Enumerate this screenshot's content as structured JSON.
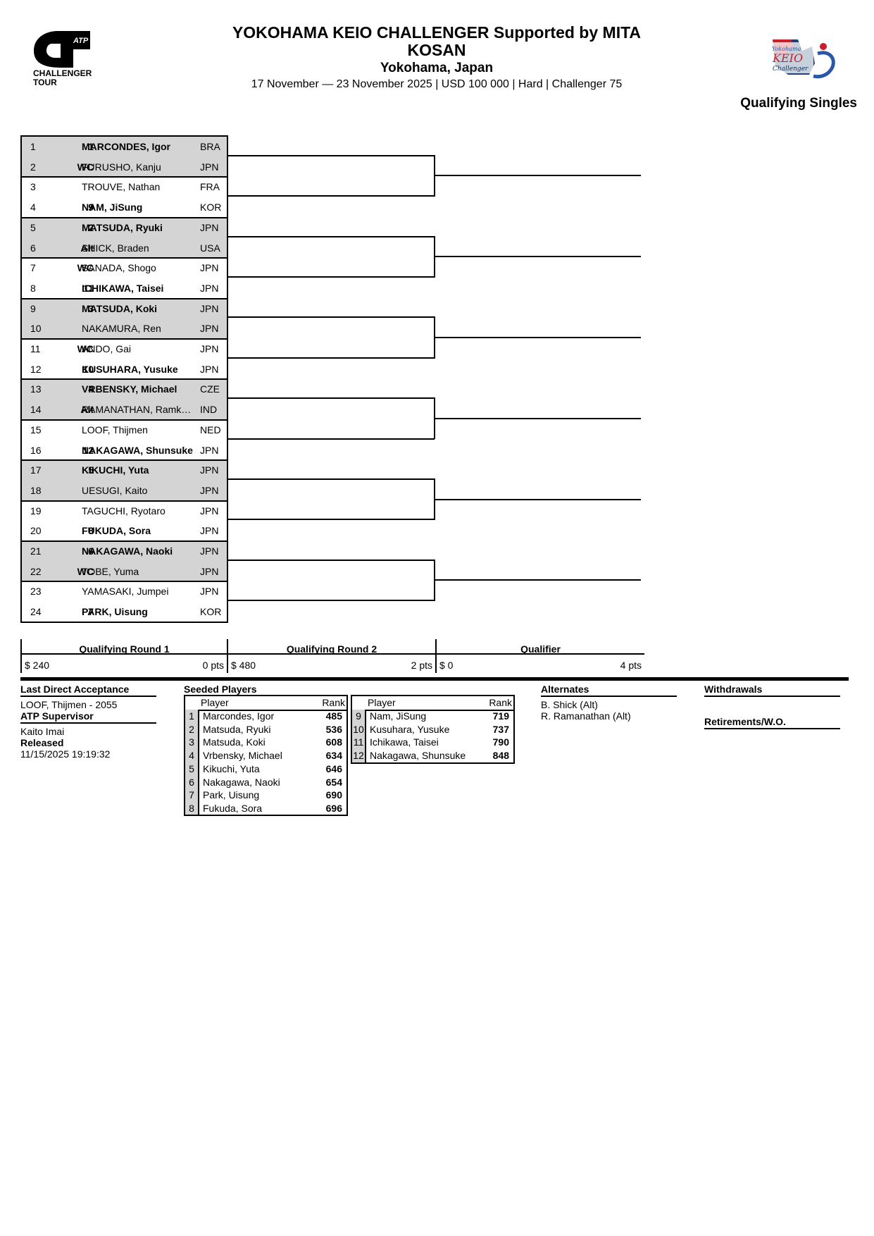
{
  "header": {
    "title": "YOKOHAMA KEIO CHALLENGER Supported by MITA KOSAN",
    "location": "Yokohama, Japan",
    "details": "17 November — 23 November 2025 | USD 100 000 | Hard | Challenger 75",
    "event_type": "Qualifying Singles",
    "left_logo": {
      "brand": "ATP",
      "text_line1": "CHALLENGER",
      "text_line2": "TOUR"
    },
    "right_logo": {
      "text1": "Yokohama",
      "text2": "KEIO",
      "text3": "Challenger"
    }
  },
  "draw": [
    {
      "line": "1",
      "seed": "1",
      "name": "MARCONDES, Igor",
      "nat": "BRA",
      "bold": true
    },
    {
      "line": "2",
      "seed": "WC",
      "name": "FURUSHO, Kanju",
      "nat": "JPN",
      "bold": false
    },
    {
      "line": "3",
      "seed": "",
      "name": "TROUVE, Nathan",
      "nat": "FRA",
      "bold": false
    },
    {
      "line": "4",
      "seed": "9",
      "name": "NAM, JiSung",
      "nat": "KOR",
      "bold": true
    },
    {
      "line": "5",
      "seed": "2",
      "name": "MATSUDA, Ryuki",
      "nat": "JPN",
      "bold": true
    },
    {
      "line": "6",
      "seed": "Alt",
      "name": "SHICK, Braden",
      "nat": "USA",
      "bold": false
    },
    {
      "line": "7",
      "seed": "WC",
      "name": "SANADA, Shogo",
      "nat": "JPN",
      "bold": false
    },
    {
      "line": "8",
      "seed": "11",
      "name": "ICHIKAWA, Taisei",
      "nat": "JPN",
      "bold": true
    },
    {
      "line": "9",
      "seed": "3",
      "name": "MATSUDA, Koki",
      "nat": "JPN",
      "bold": true
    },
    {
      "line": "10",
      "seed": "",
      "name": "NAKAMURA, Ren",
      "nat": "JPN",
      "bold": false
    },
    {
      "line": "11",
      "seed": "WC",
      "name": "ANDO, Gai",
      "nat": "JPN",
      "bold": false
    },
    {
      "line": "12",
      "seed": "10",
      "name": "KUSUHARA, Yusuke",
      "nat": "JPN",
      "bold": true
    },
    {
      "line": "13",
      "seed": "4",
      "name": "VRBENSKY, Michael",
      "nat": "CZE",
      "bold": true
    },
    {
      "line": "14",
      "seed": "Alt",
      "name": "RAMANATHAN, Ramk…",
      "nat": "IND",
      "bold": false
    },
    {
      "line": "15",
      "seed": "",
      "name": "LOOF, Thijmen",
      "nat": "NED",
      "bold": false
    },
    {
      "line": "16",
      "seed": "12",
      "name": "NAKAGAWA, Shunsuke",
      "nat": "JPN",
      "bold": true
    },
    {
      "line": "17",
      "seed": "5",
      "name": "KIKUCHI, Yuta",
      "nat": "JPN",
      "bold": true
    },
    {
      "line": "18",
      "seed": "",
      "name": "UESUGI, Kaito",
      "nat": "JPN",
      "bold": false
    },
    {
      "line": "19",
      "seed": "",
      "name": "TAGUCHI, Ryotaro",
      "nat": "JPN",
      "bold": false
    },
    {
      "line": "20",
      "seed": "8",
      "name": "FUKUDA, Sora",
      "nat": "JPN",
      "bold": true
    },
    {
      "line": "21",
      "seed": "6",
      "name": "NAKAGAWA, Naoki",
      "nat": "JPN",
      "bold": true
    },
    {
      "line": "22",
      "seed": "WC",
      "name": "TOBE, Yuma",
      "nat": "JPN",
      "bold": false
    },
    {
      "line": "23",
      "seed": "",
      "name": "YAMASAKI, Jumpei",
      "nat": "JPN",
      "bold": false
    },
    {
      "line": "24",
      "seed": "7",
      "name": "PARK, Uisung",
      "nat": "KOR",
      "bold": true
    }
  ],
  "rounds": [
    {
      "name": "Qualifying Round 1",
      "money": "$ 240",
      "points": "0 pts"
    },
    {
      "name": "Qualifying Round 2",
      "money": "$ 480",
      "points": "2 pts"
    },
    {
      "name": "Qualifier",
      "money": "$ 0",
      "points": "4 pts"
    }
  ],
  "footer": {
    "lda_title": "Last Direct Acceptance",
    "lda_value": "LOOF, Thijmen - 2055",
    "supervisor_title": "ATP Supervisor",
    "supervisor_name": "Kaito Imai",
    "released_title": "Released",
    "released_value": "11/15/2025 19:19:32",
    "seeded_title": "Seeded Players",
    "player_header": "Player",
    "rank_header": "Rank",
    "alternates_title": "Alternates",
    "alternates": [
      "B. Shick (Alt)",
      "R. Ramanathan (Alt)"
    ],
    "withdrawals_title": "Withdrawals",
    "retirements_title": "Retirements/W.O."
  },
  "seeds": [
    {
      "num": "1",
      "name": "Marcondes, Igor",
      "rank": "485"
    },
    {
      "num": "2",
      "name": "Matsuda, Ryuki",
      "rank": "536"
    },
    {
      "num": "3",
      "name": "Matsuda, Koki",
      "rank": "608"
    },
    {
      "num": "4",
      "name": "Vrbensky, Michael",
      "rank": "634"
    },
    {
      "num": "5",
      "name": "Kikuchi, Yuta",
      "rank": "646"
    },
    {
      "num": "6",
      "name": "Nakagawa, Naoki",
      "rank": "654"
    },
    {
      "num": "7",
      "name": "Park, Uisung",
      "rank": "690"
    },
    {
      "num": "8",
      "name": "Fukuda, Sora",
      "rank": "696"
    },
    {
      "num": "9",
      "name": "Nam, JiSung",
      "rank": "719"
    },
    {
      "num": "10",
      "name": "Kusuhara, Yusuke",
      "rank": "737"
    },
    {
      "num": "11",
      "name": "Ichikawa, Taisei",
      "rank": "790"
    },
    {
      "num": "12",
      "name": "Nakagawa, Shunsuke",
      "rank": "848"
    }
  ]
}
